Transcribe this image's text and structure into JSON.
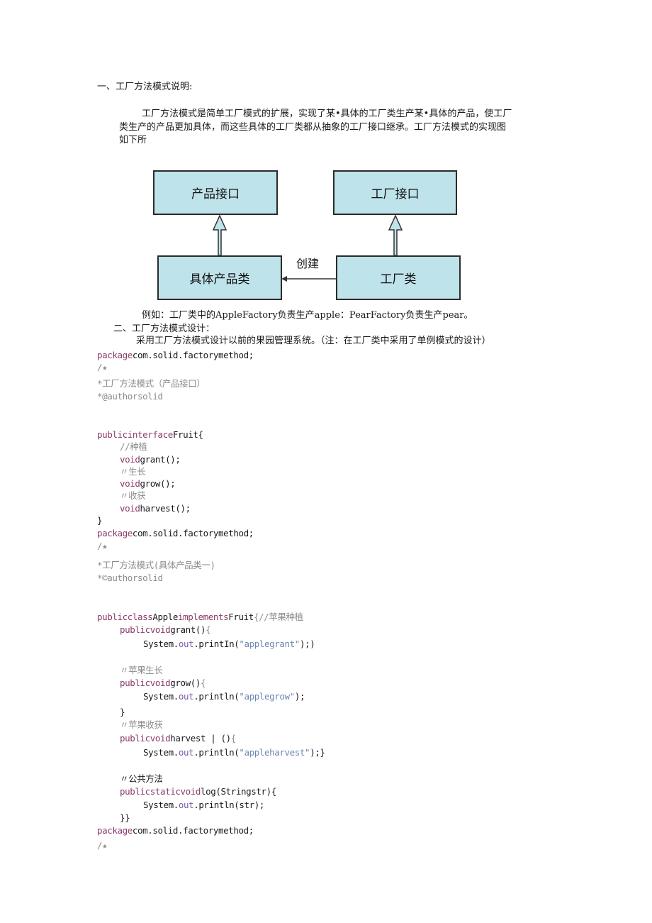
{
  "section1": {
    "heading": "一、工厂方法模式说明:",
    "para_line1": "工厂方法模式是简单工厂模式的扩展，实现了某•具体的工厂类生产某•具体的产品，使工厂",
    "para_line2": "类生产的产品更加具体，而这些具体的工厂类都从抽象的工厂接口继承。工厂方法模式的实现图",
    "para_line3": "如下所"
  },
  "diagram": {
    "product_interface": "产品接口",
    "factory_interface": "工厂接口",
    "concrete_product": "具体产品类",
    "factory_class": "工厂类",
    "create_label": "创建"
  },
  "example_line": "例如：工厂类中的AppleFactory负责生产apple：PearFactory负责生产pear。",
  "section2": {
    "heading": "二、工厂方法模式设计：",
    "desc": "采用工厂方法模式设计以前的果园管理系统。（注：在工厂类中采用了单例模式的设计）"
  },
  "code": {
    "pkg_kw": "package",
    "pkg_name": "com.solid.factorymethod;",
    "comment_open": "/★",
    "c1_title": "*工厂方法模式（产品接口）",
    "c1_author": "*@authorsolid",
    "fruit_kw": "publicinterface",
    "fruit_name": "Fruit{",
    "cm_plant": "//种植",
    "void_kw": "void",
    "grant_sig": "grant();",
    "cm_grow": "〃生长",
    "grow_sig": "grow();",
    "cm_harvest": "〃收获",
    "harvest_sig": "harvest();",
    "close_brace": "}",
    "c2_title": "*工厂方法模式(具体产品类一)",
    "c2_author": "*©authorsolid",
    "apple_kw1": "publicclass",
    "apple_name": "Apple",
    "apple_kw2": "implements",
    "apple_fruit": "Fruit",
    "apple_cm": "{//苹果种植",
    "pubvoid_kw": "publicvoid",
    "m_grant": "grant()",
    "brace_open": "{",
    "sys": "System.",
    "out": "out",
    "print_ln1": ".printIn(",
    "print_ln": ".println(",
    "str_grant": "\"applegrant\"",
    "end_grant": ");)",
    "cm_apple_grow": "〃苹果生长",
    "m_grow": "grow()",
    "str_grow": "\"applegrow\"",
    "end_semi": ");",
    "cm_apple_harvest": "〃苹果收获",
    "m_harvest": "harvest | ()",
    "str_harvest": "\"appleharvest\"",
    "end_harvest": ");}",
    "cm_public": "〃公共方法",
    "pubstaticvoid_kw": "publicstaticvoid",
    "m_log": "log(Stringstr){",
    "print_str": ".println(str);",
    "double_close": "}}"
  }
}
